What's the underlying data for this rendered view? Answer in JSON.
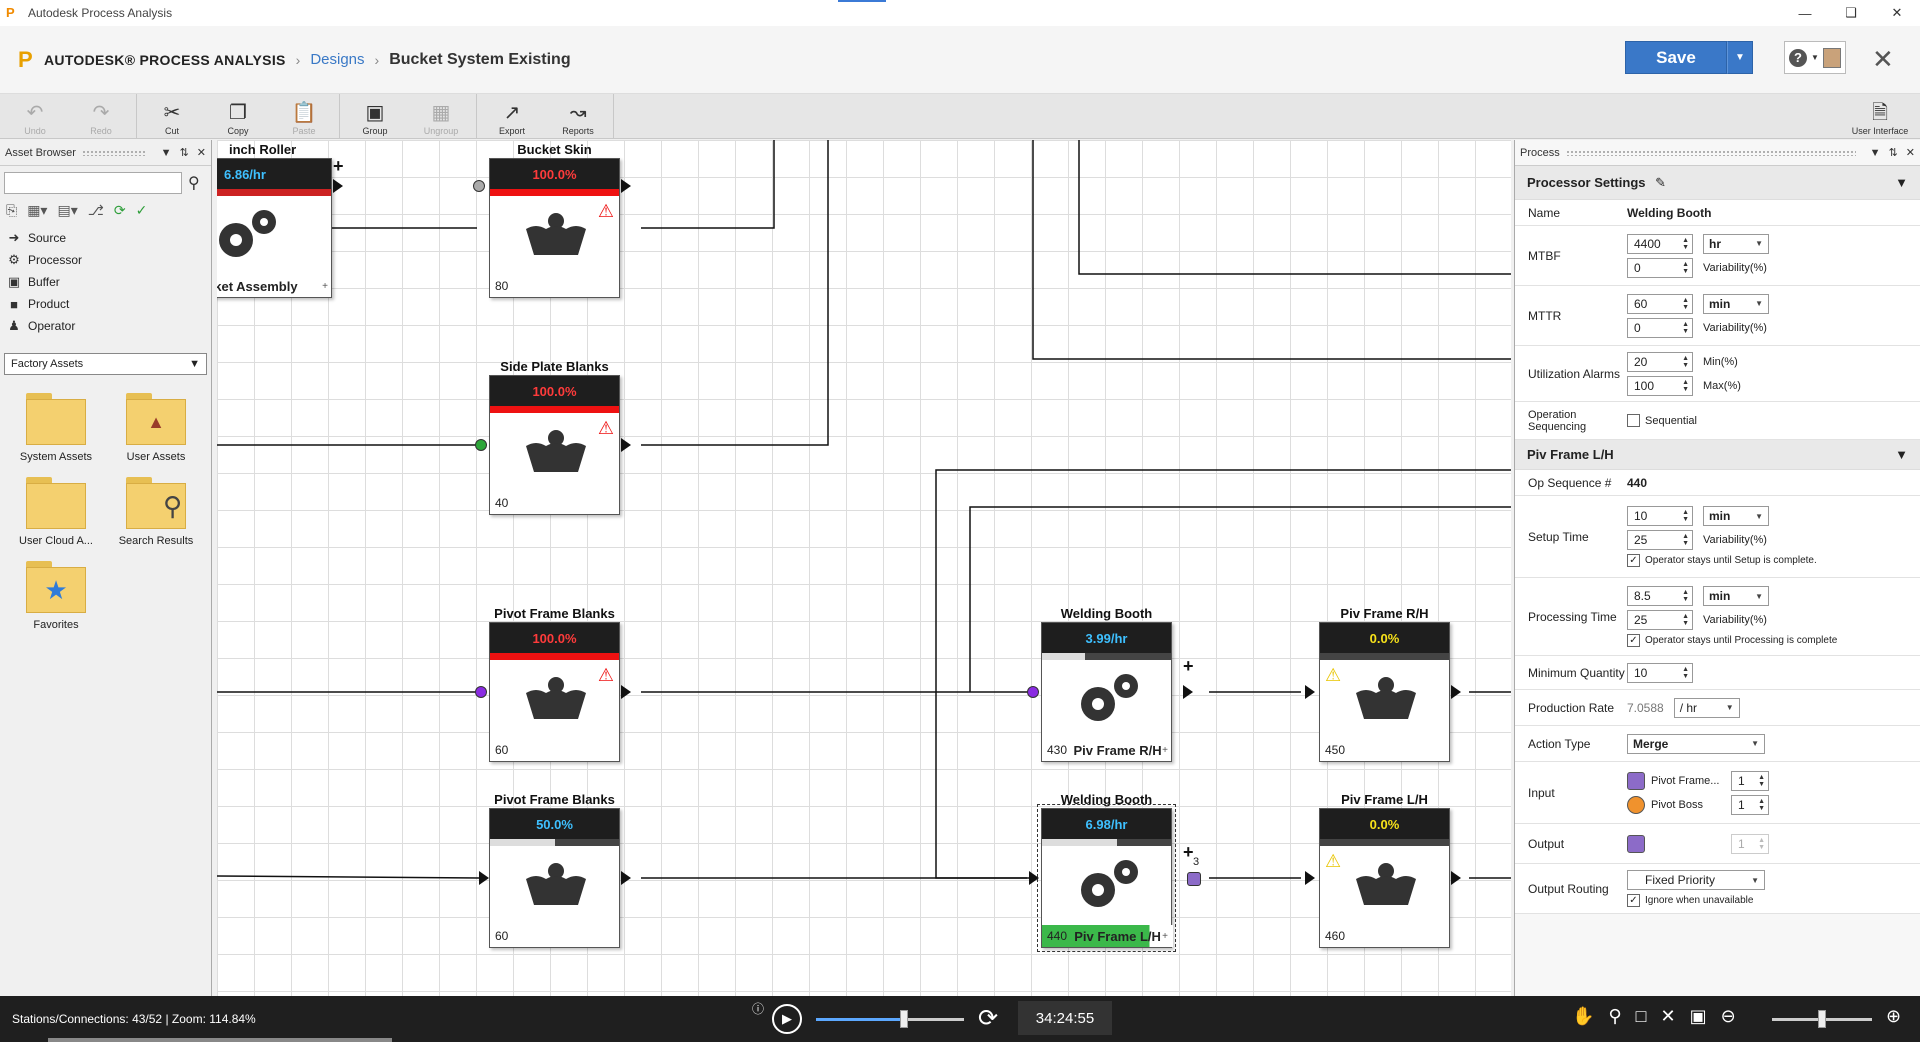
{
  "window": {
    "title": "Autodesk Process Analysis"
  },
  "header": {
    "brand": "AUTODESK® PROCESS ANALYSIS",
    "breadcrumb_link": "Designs",
    "breadcrumb_current": "Bucket System Existing",
    "save_label": "Save",
    "help_glyph": "?"
  },
  "toolbar": {
    "buttons": [
      {
        "label": "Undo",
        "icon": "undo-icon",
        "enabled": false
      },
      {
        "label": "Redo",
        "icon": "redo-icon",
        "enabled": false
      },
      {
        "label": "Cut",
        "icon": "scissors-icon",
        "enabled": true
      },
      {
        "label": "Copy",
        "icon": "copy-icon",
        "enabled": true
      },
      {
        "label": "Paste",
        "icon": "paste-icon",
        "enabled": false
      },
      {
        "label": "Group",
        "icon": "group-icon",
        "enabled": true
      },
      {
        "label": "Ungroup",
        "icon": "ungroup-icon",
        "enabled": false
      },
      {
        "label": "Export",
        "icon": "export-icon",
        "enabled": true
      },
      {
        "label": "Reports",
        "icon": "chart-icon",
        "enabled": true
      }
    ],
    "user_interface_label": "User Interface"
  },
  "asset_browser": {
    "title": "Asset Browser",
    "search_placeholder": "",
    "items": [
      {
        "label": "Source",
        "icon": "arrow-right-icon"
      },
      {
        "label": "Processor",
        "icon": "gears-icon"
      },
      {
        "label": "Buffer",
        "icon": "bucket-icon"
      },
      {
        "label": "Product",
        "icon": "box-icon"
      },
      {
        "label": "Operator",
        "icon": "person-icon"
      }
    ],
    "factory_select": "Factory Assets",
    "folders": [
      {
        "label": "System Assets",
        "icon": "folder-icon"
      },
      {
        "label": "User Assets",
        "icon": "folder-image-icon"
      },
      {
        "label": "User Cloud A...",
        "icon": "folder-icon"
      },
      {
        "label": "Search Results",
        "icon": "folder-search-icon"
      },
      {
        "label": "Favorites",
        "icon": "folder-star-icon"
      }
    ]
  },
  "canvas": {
    "nodes": [
      {
        "id": "pinch",
        "title": "inch Roller",
        "value": "6.86/hr",
        "value_color": "#3ec0ff",
        "bar_fill": 1.0,
        "bar_color": "#cc2222",
        "icon": "gears-icon",
        "seq": "",
        "product": "cket Assembly",
        "alert": ""
      },
      {
        "id": "bucket_skin",
        "title": "Bucket Skin",
        "value": "100.0%",
        "value_color": "#ff3b3b",
        "bar_fill": 1.0,
        "bar_color": "#e11",
        "icon": "bucket-icon",
        "seq": "80",
        "product": "",
        "alert": "error"
      },
      {
        "id": "side_plate",
        "title": "Side Plate Blanks",
        "value": "100.0%",
        "value_color": "#ff3b3b",
        "bar_fill": 1.0,
        "bar_color": "#e11",
        "icon": "bucket-icon",
        "seq": "40",
        "product": "",
        "alert": "error"
      },
      {
        "id": "pivot1",
        "title": "Pivot Frame Blanks",
        "value": "100.0%",
        "value_color": "#ff3b3b",
        "bar_fill": 1.0,
        "bar_color": "#e11",
        "icon": "bucket-icon",
        "seq": "60",
        "product": "",
        "alert": "error"
      },
      {
        "id": "pivot2",
        "title": "Pivot Frame Blanks",
        "value": "50.0%",
        "value_color": "#3ec0ff",
        "bar_fill": 0.5,
        "bar_color": "#ddd",
        "icon": "bucket-icon",
        "seq": "60",
        "product": "",
        "alert": ""
      },
      {
        "id": "weld1",
        "title": "Welding Booth",
        "value": "3.99/hr",
        "value_color": "#3ec0ff",
        "bar_fill": 0.33,
        "bar_color": "#ddd",
        "icon": "gears-icon",
        "seq": "430",
        "product": "Piv Frame R/H",
        "alert": ""
      },
      {
        "id": "weld2",
        "title": "Welding Booth",
        "value": "6.98/hr",
        "value_color": "#3ec0ff",
        "bar_fill": 0.58,
        "bar_color": "#ddd",
        "icon": "gears-icon",
        "seq": "440",
        "product": "Piv Frame L/H",
        "alert": ""
      },
      {
        "id": "pivrh",
        "title": "Piv Frame R/H",
        "value": "0.0%",
        "value_color": "#f7e21a",
        "bar_fill": 0.0,
        "bar_color": "#ddd",
        "icon": "bucket-icon",
        "seq": "450",
        "product": "",
        "alert": "warning"
      },
      {
        "id": "pivlh",
        "title": "Piv Frame L/H",
        "value": "0.0%",
        "value_color": "#f7e21a",
        "bar_fill": 0.0,
        "bar_color": "#ddd",
        "icon": "bucket-icon",
        "seq": "460",
        "product": "",
        "alert": "warning"
      }
    ],
    "connector_count_label": "3"
  },
  "process_panel": {
    "title": "Process",
    "processor_settings_title": "Processor Settings",
    "name_label": "Name",
    "name_value": "Welding Booth",
    "mtbf_label": "MTBF",
    "mtbf_value": "4400",
    "mtbf_unit": "hr",
    "mtbf_var": "0",
    "mttr_label": "MTTR",
    "mttr_value": "60",
    "mttr_unit": "min",
    "mttr_var": "0",
    "variability_label": "Variability(%)",
    "util_label": "Utilization Alarms",
    "util_min": "20",
    "util_min_label": "Min(%)",
    "util_max": "100",
    "util_max_label": "Max(%)",
    "op_seq_label": "Operation Sequencing",
    "sequential_label": "Sequential",
    "product_section_title": "Piv Frame L/H",
    "op_seq_num_label": "Op Sequence #",
    "op_seq_num": "440",
    "setup_label": "Setup Time",
    "setup_value": "10",
    "setup_unit": "min",
    "setup_var": "25",
    "setup_operator_label": "Operator stays until Setup is complete.",
    "processing_label": "Processing Time",
    "processing_value": "8.5",
    "processing_unit": "min",
    "processing_var": "25",
    "processing_operator_label": "Operator stays until Processing is complete",
    "min_qty_label": "Minimum Quantity",
    "min_qty": "10",
    "prod_rate_label": "Production Rate",
    "prod_rate": "7.0588",
    "prod_rate_unit": "/ hr",
    "action_label": "Action Type",
    "action_value": "Merge",
    "input_label": "Input",
    "input1_name": "Pivot Frame...",
    "input1_qty": "1",
    "input1_color": "#8c6bc8",
    "input2_name": "Pivot Boss",
    "input2_qty": "1",
    "input2_color": "#f0922d",
    "output_label": "Output",
    "output_qty": "1",
    "output_color": "#8c6bc8",
    "routing_label": "Output Routing",
    "routing_value": "Fixed Priority",
    "ignore_label": "Ignore when unavailable"
  },
  "statusbar": {
    "stations": "Stations/Connections: 43/52",
    "zoom": "Zoom: 114.84%",
    "time": "34:24:55",
    "playback_speed": 0.6,
    "zoom_level": 0.5
  }
}
